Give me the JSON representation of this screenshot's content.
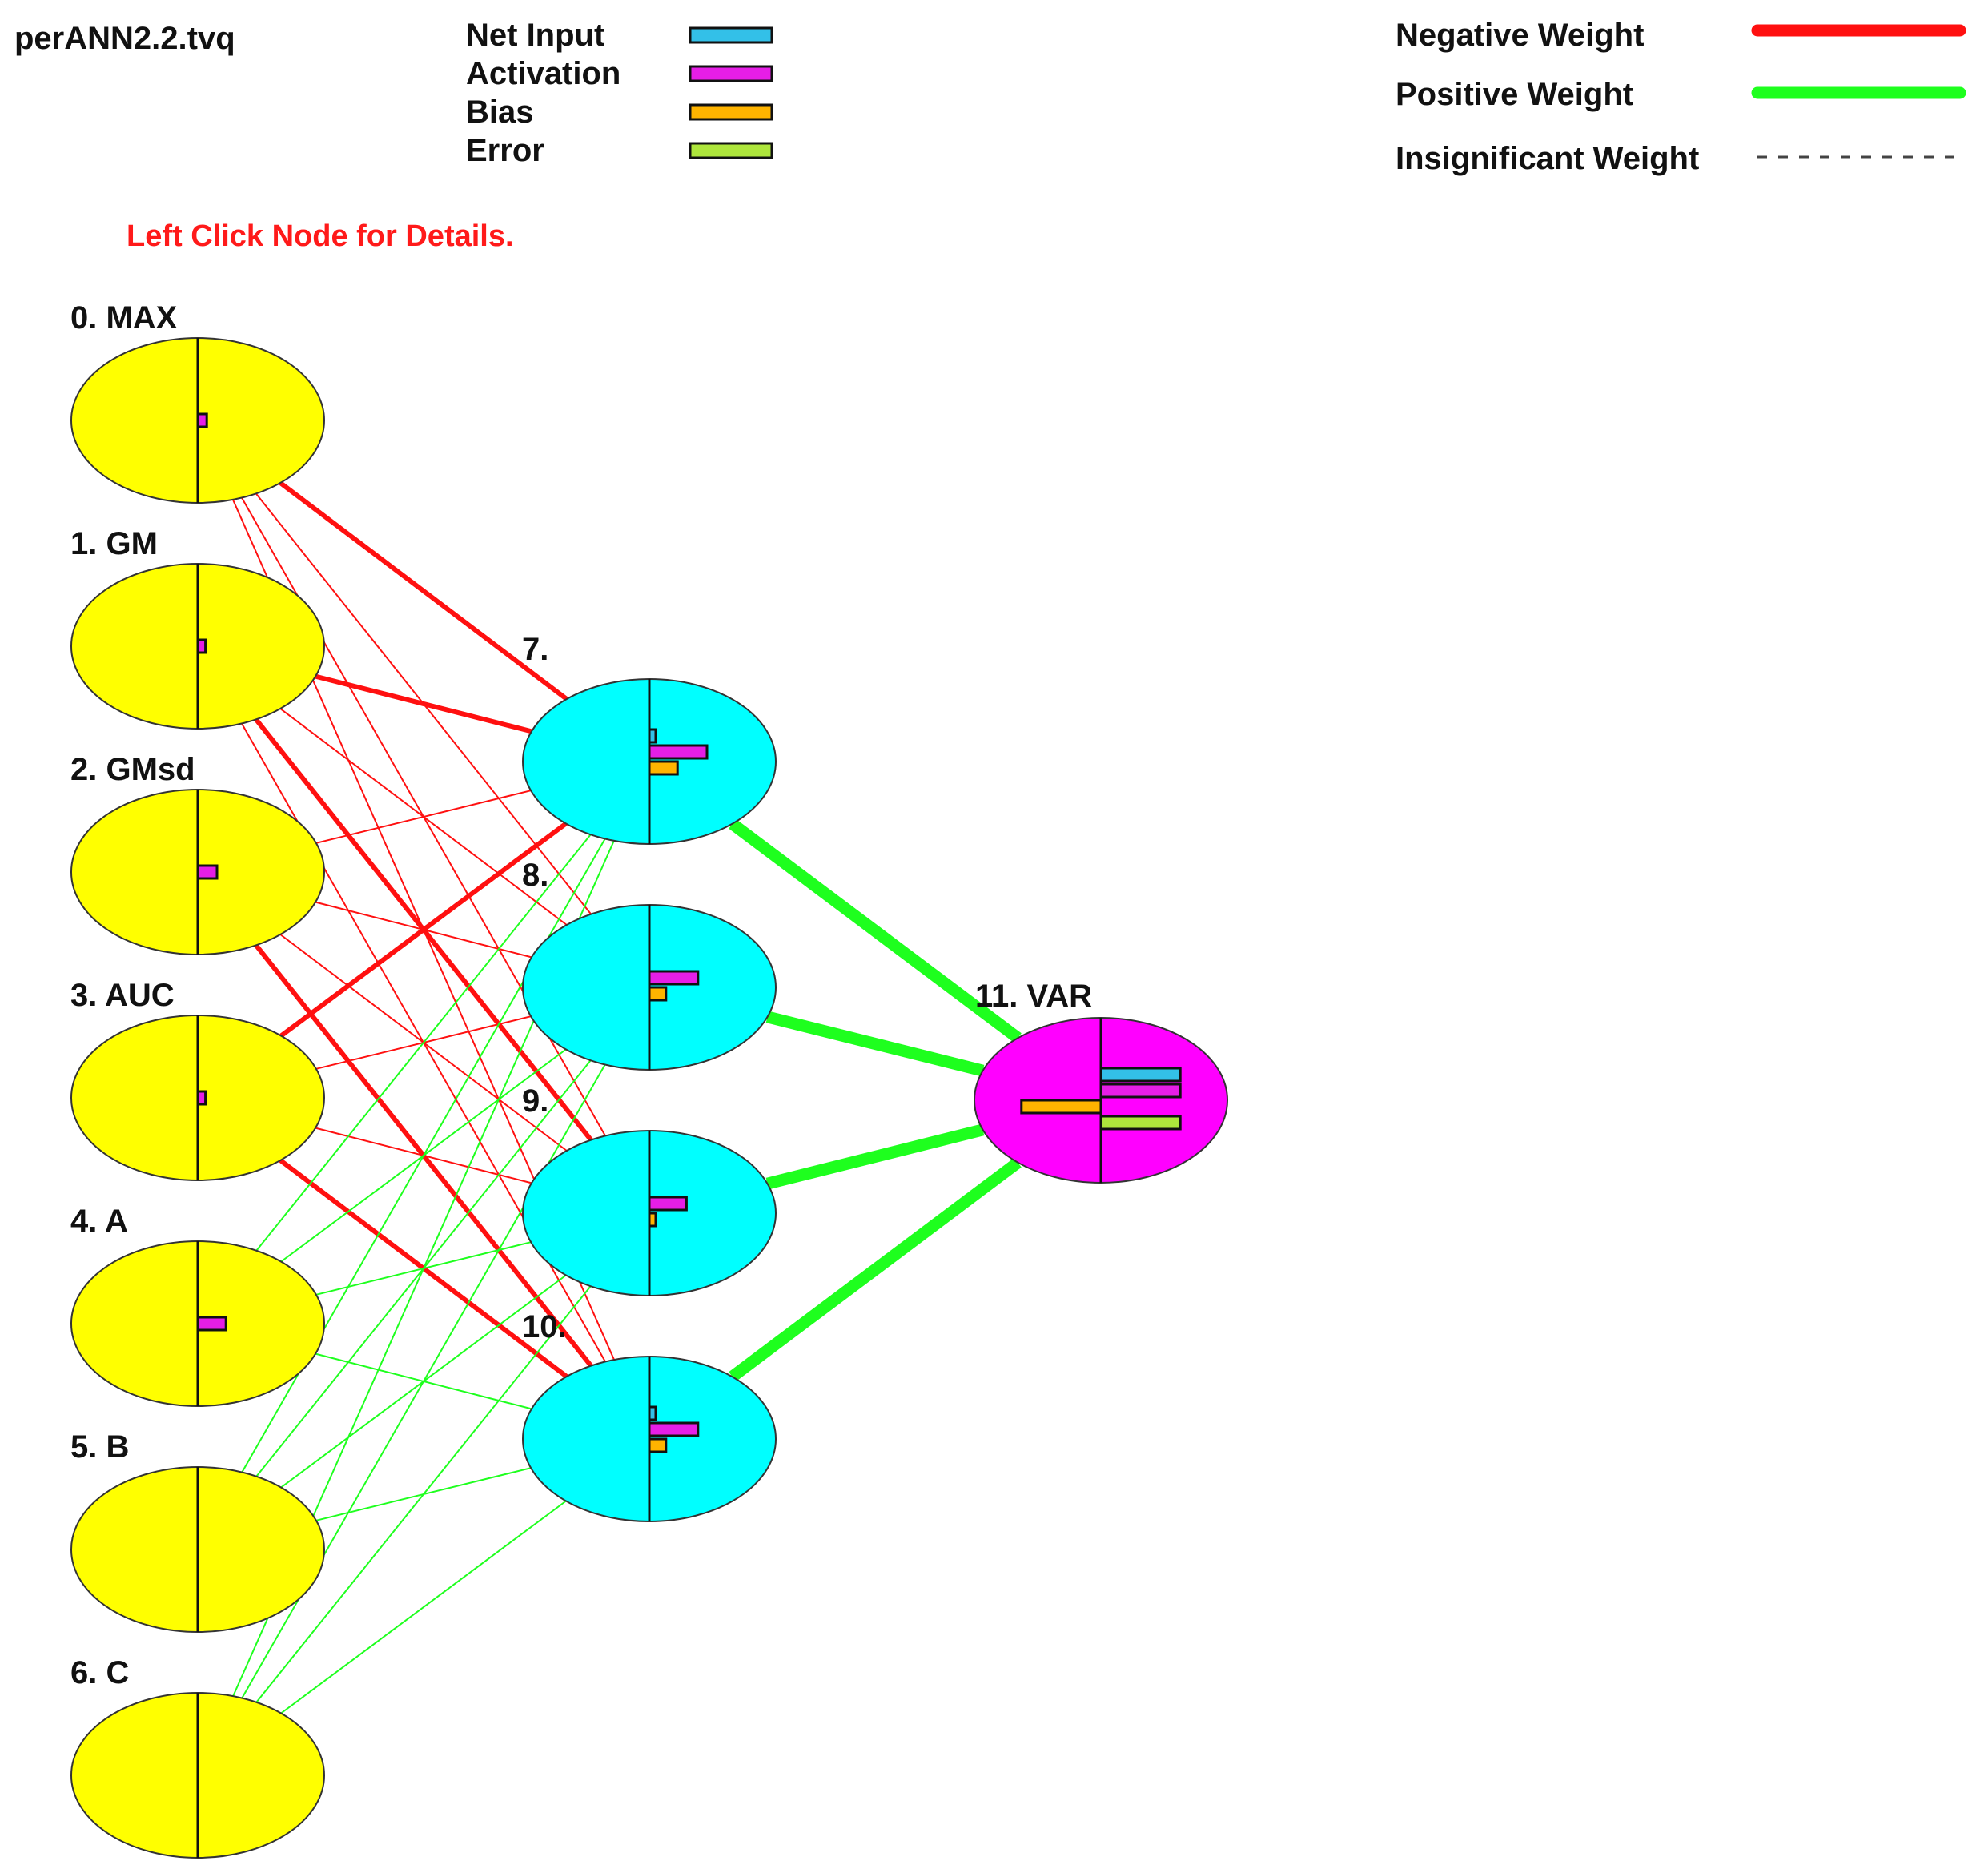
{
  "file_title": "perANN2.2.tvq",
  "hint": "Left Click Node for Details.",
  "legend_bars": [
    {
      "label": "Net Input",
      "color": "#33c0e8"
    },
    {
      "label": "Activation",
      "color": "#e61ee6"
    },
    {
      "label": "Bias",
      "color": "#ffb400"
    },
    {
      "label": "Error",
      "color": "#aee63c"
    }
  ],
  "legend_weights": [
    {
      "label": "Negative Weight",
      "color": "#ff1010",
      "style": "solid"
    },
    {
      "label": "Positive Weight",
      "color": "#1eff1e",
      "style": "solid"
    },
    {
      "label": "Insignificant Weight",
      "color": "#444444",
      "style": "dashed"
    }
  ],
  "colors": {
    "input_node": "#ffff00",
    "hidden_node": "#00ffff",
    "output_node": "#ff00ff",
    "negative_weight": "#ff1010",
    "positive_weight": "#1eff1e"
  },
  "nodes": [
    {
      "id": 0,
      "label": "0. MAX",
      "layer": "input",
      "activation": 0.07
    },
    {
      "id": 1,
      "label": "1. GM",
      "layer": "input",
      "activation": 0.06
    },
    {
      "id": 2,
      "label": "2. GMsd",
      "layer": "input",
      "activation": 0.15
    },
    {
      "id": 3,
      "label": "3. AUC",
      "layer": "input",
      "activation": 0.06
    },
    {
      "id": 4,
      "label": "4. A",
      "layer": "input",
      "activation": 0.22
    },
    {
      "id": 5,
      "label": "5. B",
      "layer": "input",
      "activation": 0
    },
    {
      "id": 6,
      "label": "6. C",
      "layer": "input",
      "activation": 0
    },
    {
      "id": 7,
      "label": "7.",
      "layer": "hidden",
      "net_input": 0.05,
      "activation": 0.45,
      "bias": 0.22
    },
    {
      "id": 8,
      "label": "8.",
      "layer": "hidden",
      "net_input": 0,
      "activation": 0.38,
      "bias": 0.13
    },
    {
      "id": 9,
      "label": "9.",
      "layer": "hidden",
      "net_input": 0,
      "activation": 0.29,
      "bias": 0.05
    },
    {
      "id": 10,
      "label": "10.",
      "layer": "hidden",
      "net_input": 0.05,
      "activation": 0.38,
      "bias": 0.13
    },
    {
      "id": 11,
      "label": "11. VAR",
      "layer": "output",
      "net_input": 0.62,
      "activation": 0.62,
      "bias": -0.62,
      "error": 0.62
    }
  ],
  "edges": [
    {
      "from": 0,
      "to": 7,
      "sign": "negative",
      "strength": "strong"
    },
    {
      "from": 0,
      "to": 8,
      "sign": "negative",
      "strength": "weak"
    },
    {
      "from": 0,
      "to": 9,
      "sign": "negative",
      "strength": "weak"
    },
    {
      "from": 0,
      "to": 10,
      "sign": "negative",
      "strength": "weak"
    },
    {
      "from": 1,
      "to": 7,
      "sign": "negative",
      "strength": "strong"
    },
    {
      "from": 1,
      "to": 8,
      "sign": "negative",
      "strength": "weak"
    },
    {
      "from": 1,
      "to": 9,
      "sign": "negative",
      "strength": "strong"
    },
    {
      "from": 1,
      "to": 10,
      "sign": "negative",
      "strength": "weak"
    },
    {
      "from": 2,
      "to": 7,
      "sign": "negative",
      "strength": "weak"
    },
    {
      "from": 2,
      "to": 8,
      "sign": "negative",
      "strength": "weak"
    },
    {
      "from": 2,
      "to": 9,
      "sign": "negative",
      "strength": "weak"
    },
    {
      "from": 2,
      "to": 10,
      "sign": "negative",
      "strength": "strong"
    },
    {
      "from": 3,
      "to": 7,
      "sign": "negative",
      "strength": "strong"
    },
    {
      "from": 3,
      "to": 8,
      "sign": "negative",
      "strength": "weak"
    },
    {
      "from": 3,
      "to": 9,
      "sign": "negative",
      "strength": "weak"
    },
    {
      "from": 3,
      "to": 10,
      "sign": "negative",
      "strength": "strong"
    },
    {
      "from": 4,
      "to": 7,
      "sign": "positive",
      "strength": "weak"
    },
    {
      "from": 4,
      "to": 8,
      "sign": "positive",
      "strength": "weak"
    },
    {
      "from": 4,
      "to": 9,
      "sign": "positive",
      "strength": "weak"
    },
    {
      "from": 4,
      "to": 10,
      "sign": "positive",
      "strength": "weak"
    },
    {
      "from": 5,
      "to": 7,
      "sign": "positive",
      "strength": "weak"
    },
    {
      "from": 5,
      "to": 8,
      "sign": "positive",
      "strength": "weak"
    },
    {
      "from": 5,
      "to": 9,
      "sign": "positive",
      "strength": "weak"
    },
    {
      "from": 5,
      "to": 10,
      "sign": "positive",
      "strength": "weak"
    },
    {
      "from": 6,
      "to": 7,
      "sign": "positive",
      "strength": "weak"
    },
    {
      "from": 6,
      "to": 8,
      "sign": "positive",
      "strength": "weak"
    },
    {
      "from": 6,
      "to": 9,
      "sign": "positive",
      "strength": "weak"
    },
    {
      "from": 6,
      "to": 10,
      "sign": "positive",
      "strength": "weak"
    },
    {
      "from": 7,
      "to": 11,
      "sign": "positive",
      "strength": "strong"
    },
    {
      "from": 8,
      "to": 11,
      "sign": "positive",
      "strength": "strong"
    },
    {
      "from": 9,
      "to": 11,
      "sign": "positive",
      "strength": "strong"
    },
    {
      "from": 10,
      "to": 11,
      "sign": "positive",
      "strength": "strong"
    }
  ]
}
